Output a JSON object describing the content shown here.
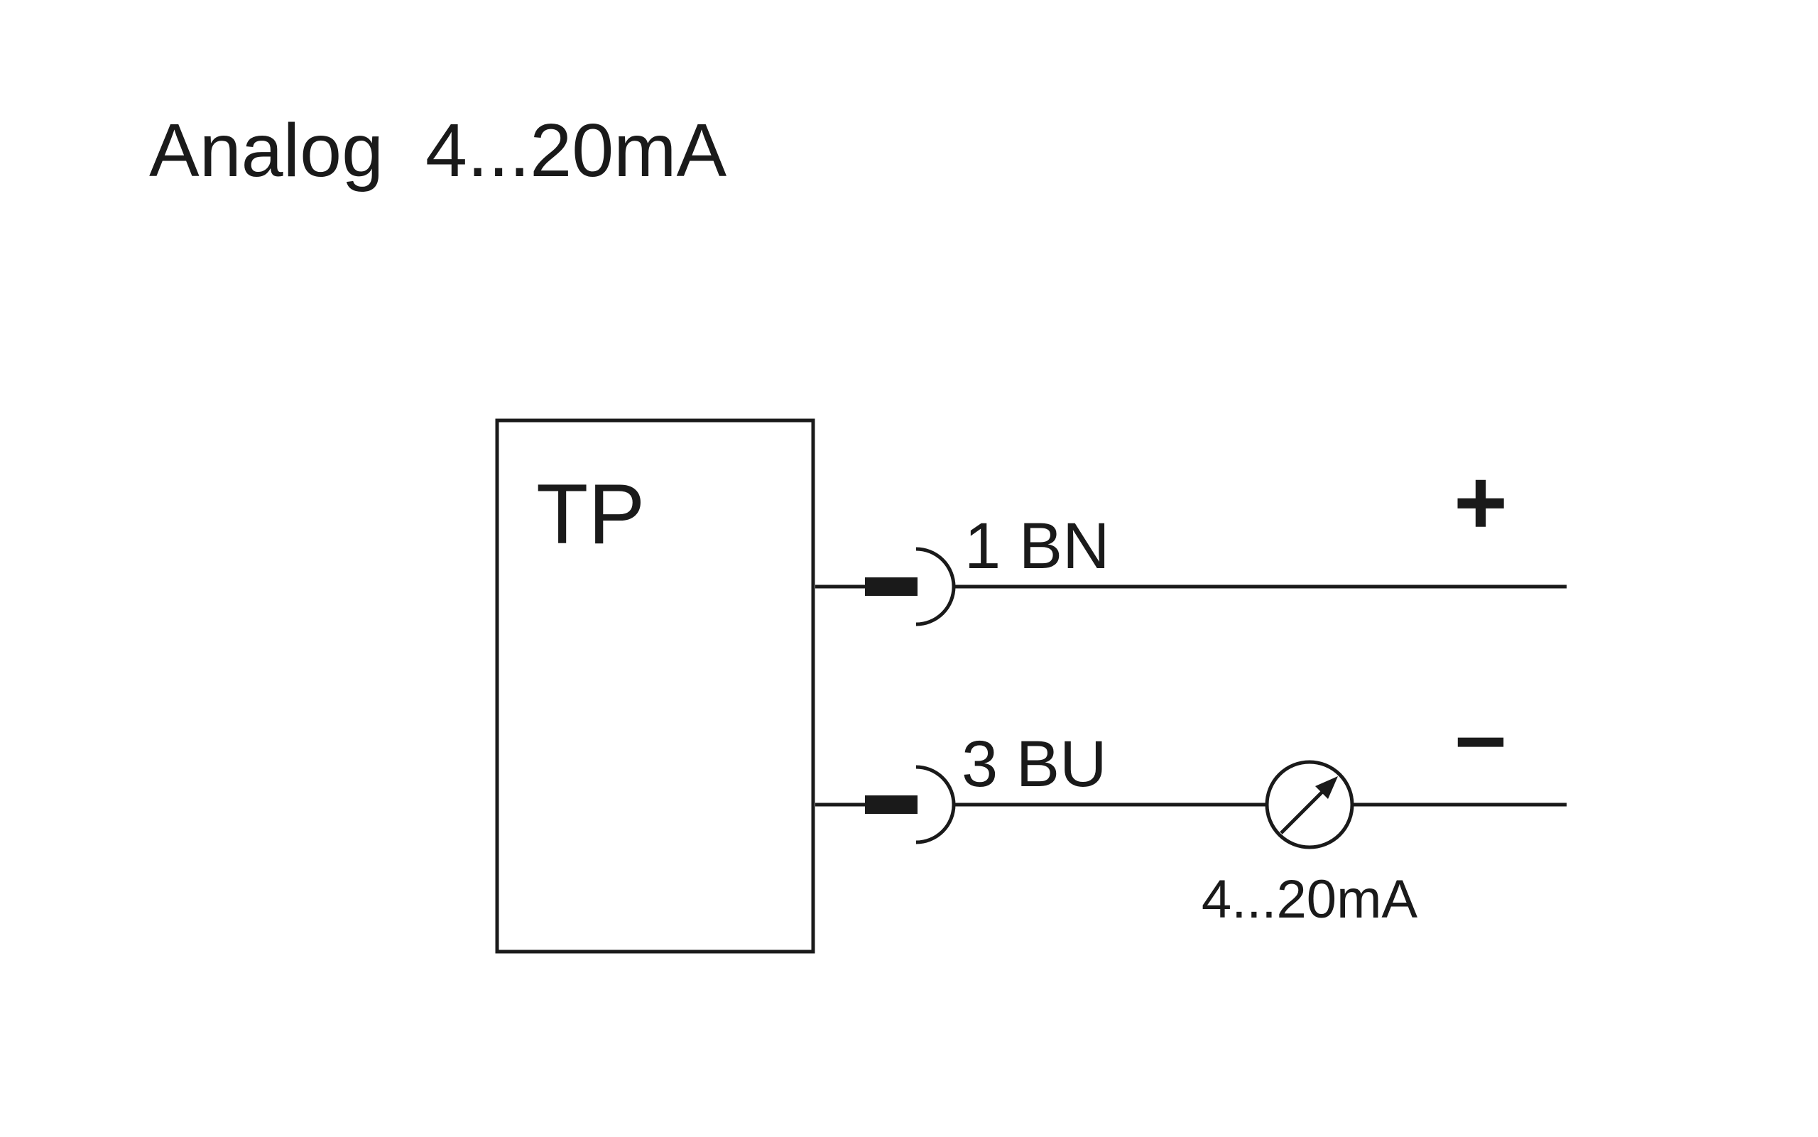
{
  "title": "Analog  4...20mA",
  "device": {
    "label": "TP"
  },
  "wires": [
    {
      "label": "1 BN",
      "polarity": "+"
    },
    {
      "label": "3 BU",
      "polarity": "–"
    }
  ],
  "meter": {
    "label": "4...20mA",
    "icon": "ammeter-icon"
  },
  "colors": {
    "line": "#1a1a1a",
    "background": "#ffffff"
  }
}
